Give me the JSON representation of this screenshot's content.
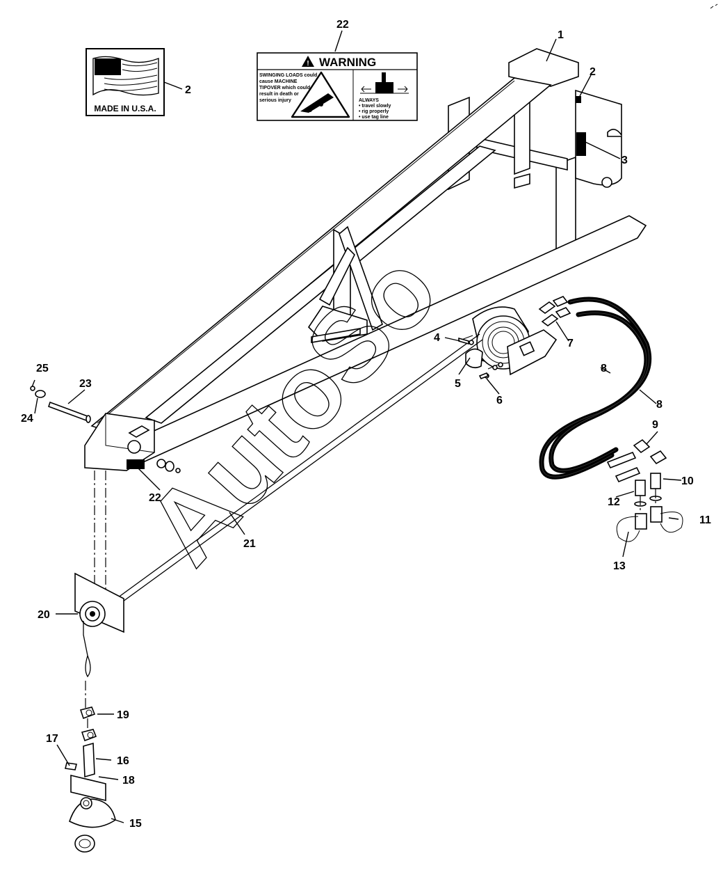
{
  "flag_decal": {
    "text": "MADE IN U.S.A."
  },
  "warning_decal": {
    "header": "WARNING",
    "left_text": [
      "SWINGING LOADS could",
      "cause MACHINE",
      "TIPOVER which could",
      "result in death or",
      "serious injury"
    ],
    "right_text": [
      "ALWAYS",
      "• travel slowly",
      "• rig properly",
      "• use tag line"
    ]
  },
  "watermark": "AutoSo",
  "callouts": {
    "c1": "1",
    "c2a": "2",
    "c2b": "2",
    "c3": "3",
    "c4": "4",
    "c5": "5",
    "c6": "6",
    "c7": "7",
    "c8a": "8",
    "c8b": "8",
    "c9": "9",
    "c10": "10",
    "c11": "11",
    "c12": "12",
    "c13": "13",
    "c15": "15",
    "c16": "16",
    "c17": "17",
    "c18": "18",
    "c19": "19",
    "c20": "20",
    "c21": "21",
    "c22a": "22",
    "c22b": "22",
    "c23": "23",
    "c24": "24",
    "c25": "25"
  }
}
